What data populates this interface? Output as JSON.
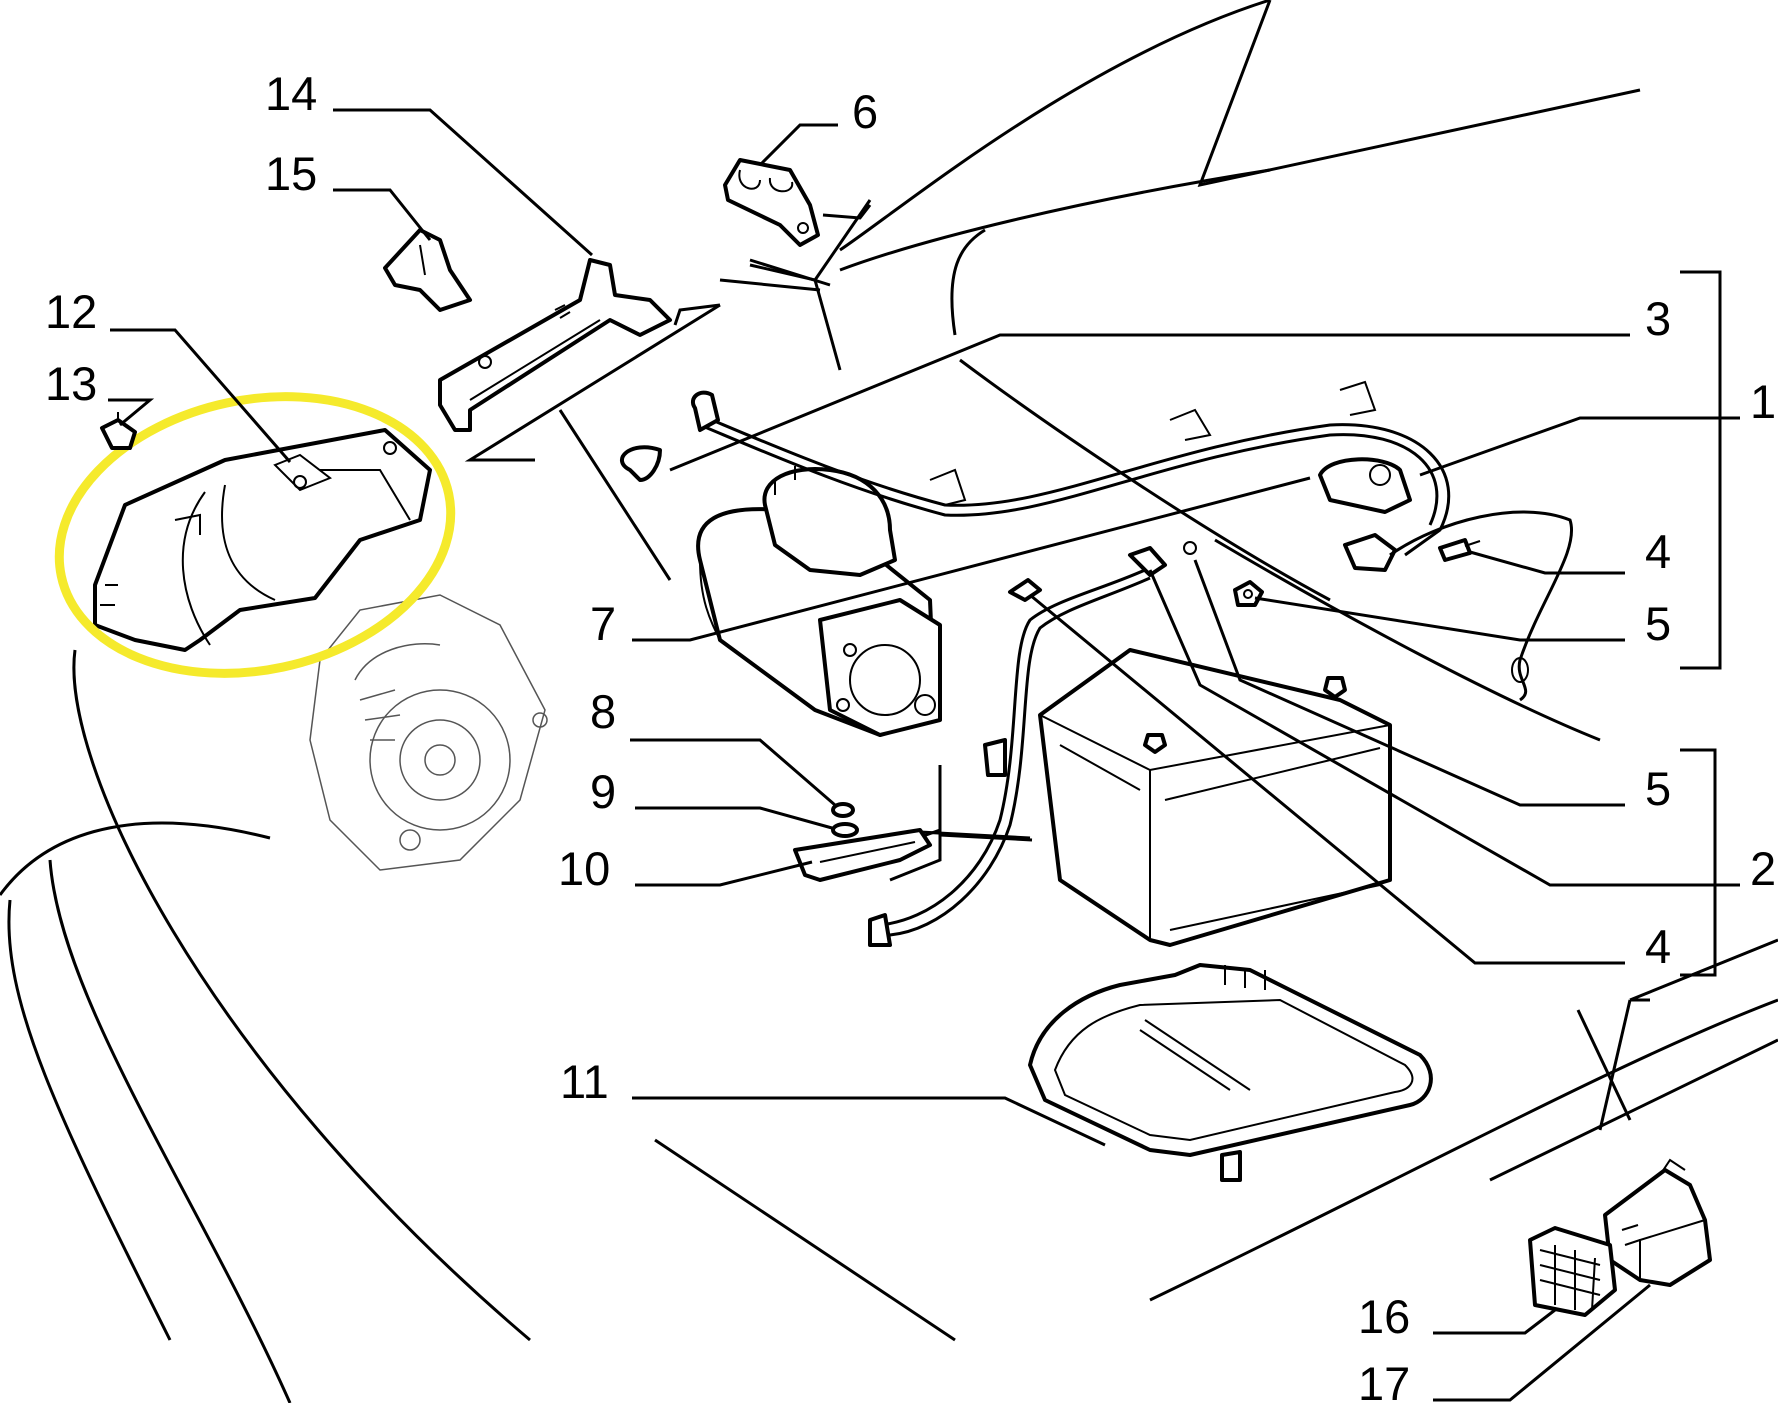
{
  "callouts": [
    {
      "id": "c1",
      "text": "1"
    },
    {
      "id": "c2",
      "text": "2"
    },
    {
      "id": "c3",
      "text": "3"
    },
    {
      "id": "c4a",
      "text": "4"
    },
    {
      "id": "c4b",
      "text": "4"
    },
    {
      "id": "c5a",
      "text": "5"
    },
    {
      "id": "c5b",
      "text": "5"
    },
    {
      "id": "c6",
      "text": "6"
    },
    {
      "id": "c7",
      "text": "7"
    },
    {
      "id": "c8",
      "text": "8"
    },
    {
      "id": "c9",
      "text": "9"
    },
    {
      "id": "c10",
      "text": "10"
    },
    {
      "id": "c11",
      "text": "11"
    },
    {
      "id": "c12",
      "text": "12"
    },
    {
      "id": "c13",
      "text": "13"
    },
    {
      "id": "c14",
      "text": "14"
    },
    {
      "id": "c15",
      "text": "15"
    },
    {
      "id": "c16",
      "text": "16"
    },
    {
      "id": "c17",
      "text": "17"
    }
  ],
  "colors": {
    "highlight": "#f5ea2c",
    "ink": "#000000",
    "background": "#ffffff"
  }
}
